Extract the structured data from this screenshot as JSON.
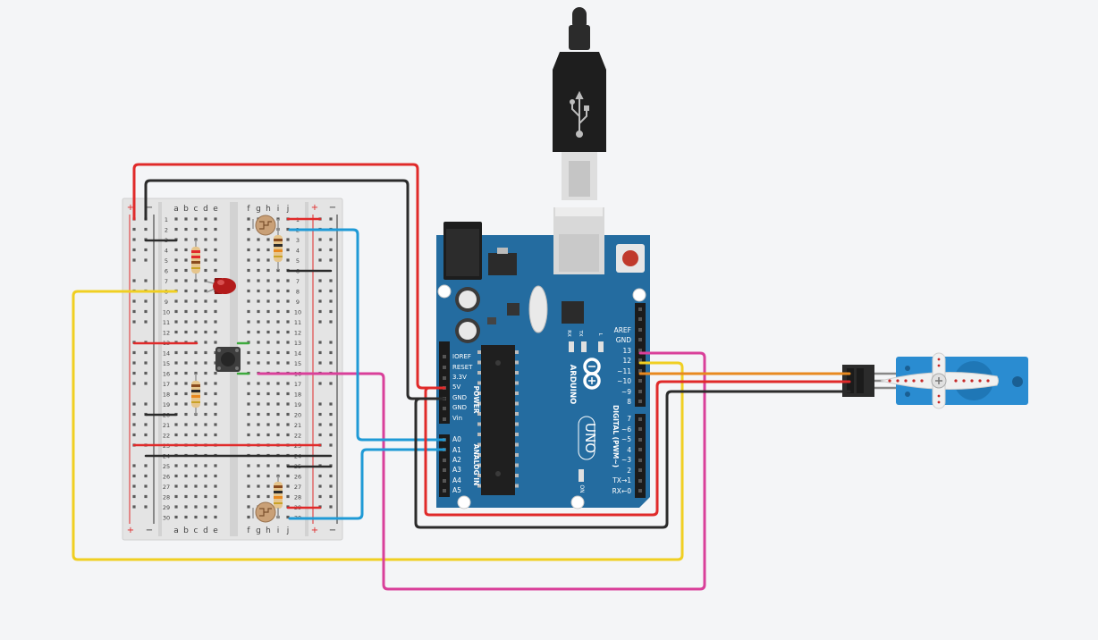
{
  "breadboard": {
    "rail_plus": "+",
    "rail_minus": "−",
    "cols_left": [
      "a",
      "b",
      "c",
      "d",
      "e"
    ],
    "cols_right": [
      "f",
      "g",
      "h",
      "i",
      "j"
    ],
    "row_count": 30
  },
  "arduino": {
    "brand": "ARDUINO",
    "model": "UNO",
    "power_label": "POWER",
    "analog_label": "ANALOG IN",
    "digital_label": "DIGITAL (PWM~)",
    "on_label": "ON",
    "tx_label": "TX",
    "rx_label": "RX",
    "l_label": "L",
    "power_pins": [
      "IOREF",
      "RESET",
      "3.3V",
      "5V",
      "GND",
      "GND",
      "Vin"
    ],
    "analog_pins": [
      "A0",
      "A1",
      "A2",
      "A3",
      "A4",
      "A5"
    ],
    "digital_top_pins": [
      "AREF",
      "GND",
      "13",
      "12",
      "~11",
      "~10",
      "~9",
      "8"
    ],
    "digital_bottom_pins": [
      "7",
      "~6",
      "~5",
      "4",
      "~3",
      "2",
      "TX→1",
      "RX←0"
    ]
  },
  "colors": {
    "background": "#f4f5f7",
    "wire_red": "#e02a2a",
    "wire_black": "#2b2b2b",
    "wire_yellow": "#f0cf22",
    "wire_blue": "#1f9ad6",
    "wire_magenta": "#d9409a",
    "wire_orange": "#e8891f",
    "wire_green": "#3daa3d",
    "board_blue": "#246ca0",
    "servo_blue": "#2a8cd1",
    "led_red": "#b31b1b"
  },
  "icons": [
    "usb-icon",
    "arduino-logo-icon",
    "reset-button-icon"
  ]
}
